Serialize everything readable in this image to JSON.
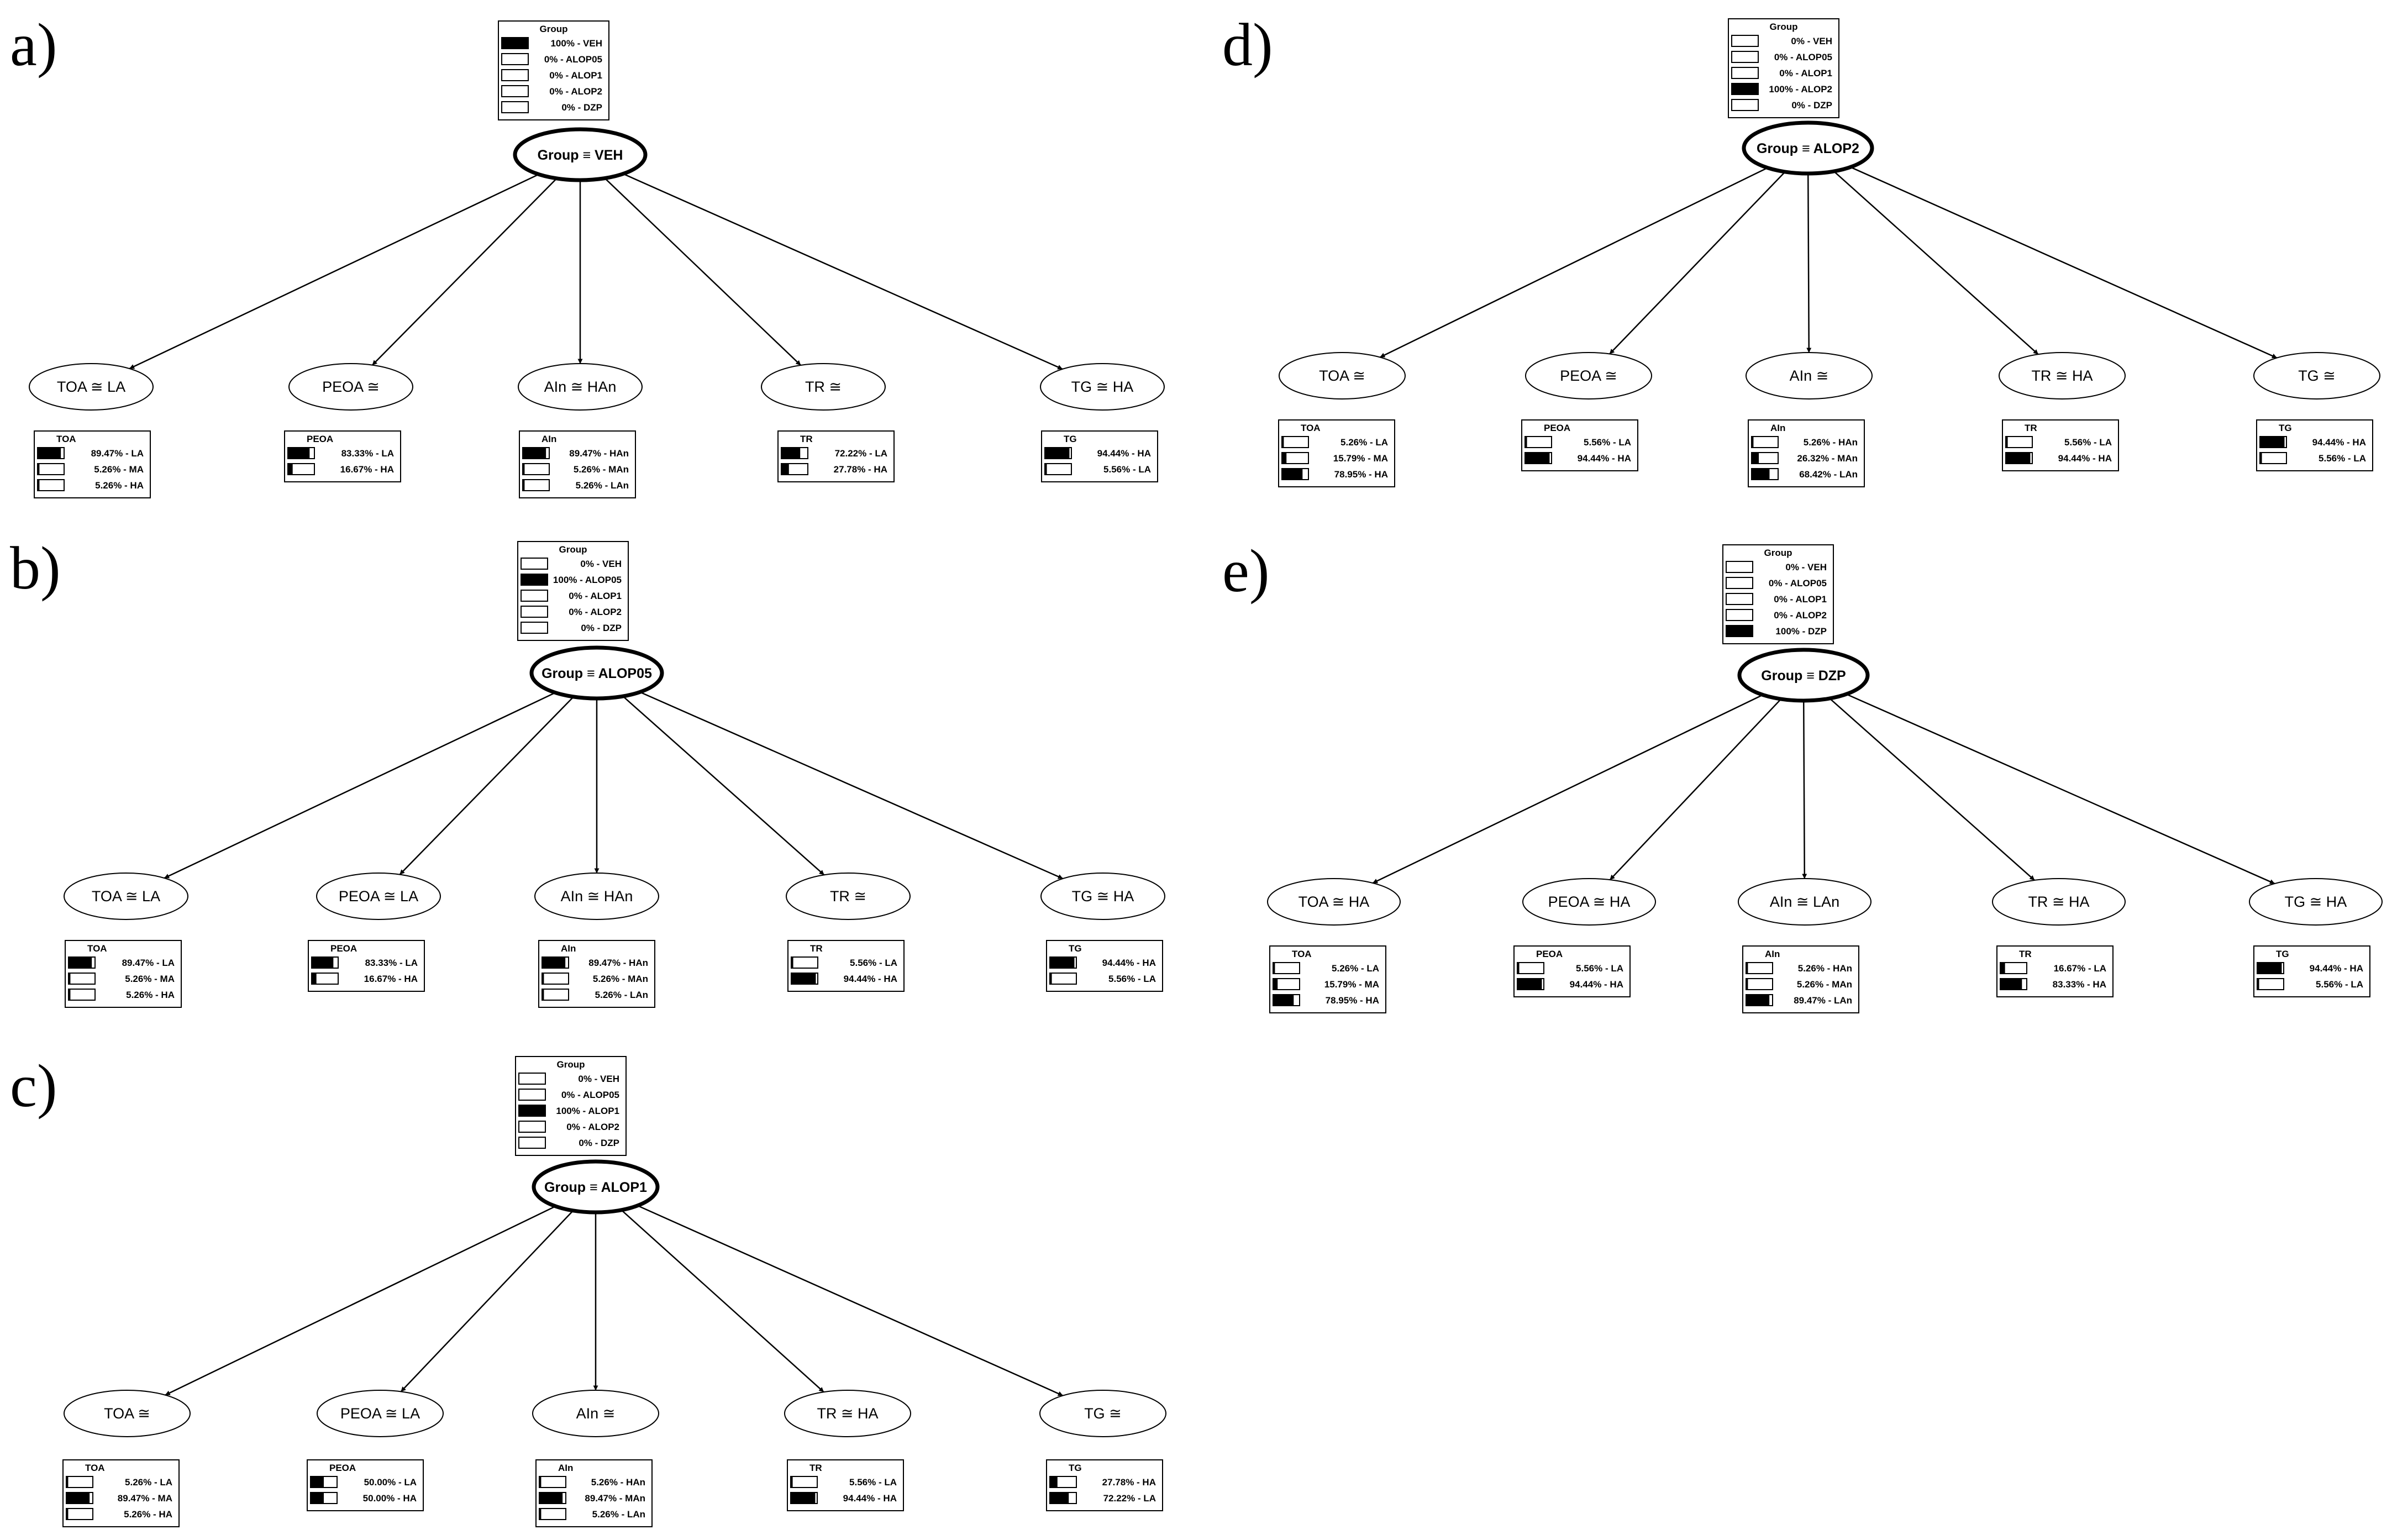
{
  "panels": [
    {
      "label": "a)",
      "root": {
        "text": "Group ≡ VEH",
        "table": {
          "title": "Group",
          "rows": [
            {
              "text": "100% - VEH",
              "value": 100
            },
            {
              "text": "0% - ALOP05",
              "value": 0
            },
            {
              "text": "0% - ALOP1",
              "value": 0
            },
            {
              "text": "0% - ALOP2",
              "value": 0
            },
            {
              "text": "0% - DZP",
              "value": 0
            }
          ]
        }
      },
      "children": [
        {
          "text": "TOA ≅ LA",
          "table": {
            "title": "TOA",
            "rows": [
              {
                "text": "89.47% - LA",
                "value": 89.47
              },
              {
                "text": "5.26% - MA",
                "value": 5.26
              },
              {
                "text": "5.26% - HA",
                "value": 5.26
              }
            ]
          }
        },
        {
          "text": "PEOA ≅",
          "table": {
            "title": "PEOA",
            "rows": [
              {
                "text": "83.33% - LA",
                "value": 83.33
              },
              {
                "text": "16.67% - HA",
                "value": 16.67
              }
            ]
          }
        },
        {
          "text": "AIn ≅ HAn",
          "table": {
            "title": "AIn",
            "rows": [
              {
                "text": "89.47% - HAn",
                "value": 89.47
              },
              {
                "text": "5.26% - MAn",
                "value": 5.26
              },
              {
                "text": "5.26% - LAn",
                "value": 5.26
              }
            ]
          }
        },
        {
          "text": "TR ≅",
          "table": {
            "title": "TR",
            "rows": [
              {
                "text": "72.22% - LA",
                "value": 72.22
              },
              {
                "text": "27.78% - HA",
                "value": 27.78
              }
            ]
          }
        },
        {
          "text": "TG ≅ HA",
          "table": {
            "title": "TG",
            "rows": [
              {
                "text": "94.44% - HA",
                "value": 94.44
              },
              {
                "text": "5.56% - LA",
                "value": 5.56
              }
            ]
          }
        }
      ]
    },
    {
      "label": "b)",
      "root": {
        "text": "Group ≡ ALOP05",
        "table": {
          "title": "Group",
          "rows": [
            {
              "text": "0% - VEH",
              "value": 0
            },
            {
              "text": "100% - ALOP05",
              "value": 100
            },
            {
              "text": "0% - ALOP1",
              "value": 0
            },
            {
              "text": "0% - ALOP2",
              "value": 0
            },
            {
              "text": "0% - DZP",
              "value": 0
            }
          ]
        }
      },
      "children": [
        {
          "text": "TOA ≅ LA",
          "table": {
            "title": "TOA",
            "rows": [
              {
                "text": "89.47% - LA",
                "value": 89.47
              },
              {
                "text": "5.26% - MA",
                "value": 5.26
              },
              {
                "text": "5.26% - HA",
                "value": 5.26
              }
            ]
          }
        },
        {
          "text": "PEOA ≅ LA",
          "table": {
            "title": "PEOA",
            "rows": [
              {
                "text": "83.33% - LA",
                "value": 83.33
              },
              {
                "text": "16.67% - HA",
                "value": 16.67
              }
            ]
          }
        },
        {
          "text": "AIn ≅ HAn",
          "table": {
            "title": "AIn",
            "rows": [
              {
                "text": "89.47% - HAn",
                "value": 89.47
              },
              {
                "text": "5.26% - MAn",
                "value": 5.26
              },
              {
                "text": "5.26% - LAn",
                "value": 5.26
              }
            ]
          }
        },
        {
          "text": "TR ≅",
          "table": {
            "title": "TR",
            "rows": [
              {
                "text": "5.56% - LA",
                "value": 5.56
              },
              {
                "text": "94.44% - HA",
                "value": 94.44
              }
            ]
          }
        },
        {
          "text": "TG ≅ HA",
          "table": {
            "title": "TG",
            "rows": [
              {
                "text": "94.44% - HA",
                "value": 94.44
              },
              {
                "text": "5.56% - LA",
                "value": 5.56
              }
            ]
          }
        }
      ]
    },
    {
      "label": "c)",
      "root": {
        "text": "Group ≡ ALOP1",
        "table": {
          "title": "Group",
          "rows": [
            {
              "text": "0% - VEH",
              "value": 0
            },
            {
              "text": "0% - ALOP05",
              "value": 0
            },
            {
              "text": "100% - ALOP1",
              "value": 100
            },
            {
              "text": "0% - ALOP2",
              "value": 0
            },
            {
              "text": "0% - DZP",
              "value": 0
            }
          ]
        }
      },
      "children": [
        {
          "text": "TOA ≅",
          "table": {
            "title": "TOA",
            "rows": [
              {
                "text": "5.26% - LA",
                "value": 5.26
              },
              {
                "text": "89.47% - MA",
                "value": 89.47
              },
              {
                "text": "5.26% - HA",
                "value": 5.26
              }
            ]
          }
        },
        {
          "text": "PEOA ≅ LA",
          "table": {
            "title": "PEOA",
            "rows": [
              {
                "text": "50.00% - LA",
                "value": 50.0
              },
              {
                "text": "50.00% - HA",
                "value": 50.0
              }
            ]
          }
        },
        {
          "text": "AIn ≅",
          "table": {
            "title": "AIn",
            "rows": [
              {
                "text": "5.26% - HAn",
                "value": 5.26
              },
              {
                "text": "89.47% - MAn",
                "value": 89.47
              },
              {
                "text": "5.26% - LAn",
                "value": 5.26
              }
            ]
          }
        },
        {
          "text": "TR ≅ HA",
          "table": {
            "title": "TR",
            "rows": [
              {
                "text": "5.56% - LA",
                "value": 5.56
              },
              {
                "text": "94.44% - HA",
                "value": 94.44
              }
            ]
          }
        },
        {
          "text": "TG ≅",
          "table": {
            "title": "TG",
            "rows": [
              {
                "text": "27.78% - HA",
                "value": 27.78
              },
              {
                "text": "72.22% - LA",
                "value": 72.22
              }
            ]
          }
        }
      ]
    },
    {
      "label": "d)",
      "root": {
        "text": "Group ≡ ALOP2",
        "table": {
          "title": "Group",
          "rows": [
            {
              "text": "0% - VEH",
              "value": 0
            },
            {
              "text": "0% - ALOP05",
              "value": 0
            },
            {
              "text": "0% - ALOP1",
              "value": 0
            },
            {
              "text": "100% - ALOP2",
              "value": 100
            },
            {
              "text": "0% - DZP",
              "value": 0
            }
          ]
        }
      },
      "children": [
        {
          "text": "TOA ≅",
          "table": {
            "title": "TOA",
            "rows": [
              {
                "text": "5.26% - LA",
                "value": 5.26
              },
              {
                "text": "15.79% - MA",
                "value": 15.79
              },
              {
                "text": "78.95% - HA",
                "value": 78.95
              }
            ]
          }
        },
        {
          "text": "PEOA ≅",
          "table": {
            "title": "PEOA",
            "rows": [
              {
                "text": "5.56% - LA",
                "value": 5.56
              },
              {
                "text": "94.44% - HA",
                "value": 94.44
              }
            ]
          }
        },
        {
          "text": "AIn ≅",
          "table": {
            "title": "AIn",
            "rows": [
              {
                "text": "5.26% - HAn",
                "value": 5.26
              },
              {
                "text": "26.32% - MAn",
                "value": 26.32
              },
              {
                "text": "68.42% - LAn",
                "value": 68.42
              }
            ]
          }
        },
        {
          "text": "TR ≅ HA",
          "table": {
            "title": "TR",
            "rows": [
              {
                "text": "5.56% - LA",
                "value": 5.56
              },
              {
                "text": "94.44% - HA",
                "value": 94.44
              }
            ]
          }
        },
        {
          "text": "TG ≅",
          "table": {
            "title": "TG",
            "rows": [
              {
                "text": "94.44% - HA",
                "value": 94.44
              },
              {
                "text": "5.56% - LA",
                "value": 5.56
              }
            ]
          }
        }
      ]
    },
    {
      "label": "e)",
      "root": {
        "text": "Group ≡ DZP",
        "table": {
          "title": "Group",
          "rows": [
            {
              "text": "0% - VEH",
              "value": 0
            },
            {
              "text": "0% - ALOP05",
              "value": 0
            },
            {
              "text": "0% - ALOP1",
              "value": 0
            },
            {
              "text": "0% - ALOP2",
              "value": 0
            },
            {
              "text": "100% - DZP",
              "value": 100
            }
          ]
        }
      },
      "children": [
        {
          "text": "TOA ≅ HA",
          "table": {
            "title": "TOA",
            "rows": [
              {
                "text": "5.26% - LA",
                "value": 5.26
              },
              {
                "text": "15.79% - MA",
                "value": 15.79
              },
              {
                "text": "78.95% - HA",
                "value": 78.95
              }
            ]
          }
        },
        {
          "text": "PEOA ≅ HA",
          "table": {
            "title": "PEOA",
            "rows": [
              {
                "text": "5.56% - LA",
                "value": 5.56
              },
              {
                "text": "94.44% - HA",
                "value": 94.44
              }
            ]
          }
        },
        {
          "text": "AIn ≅ LAn",
          "table": {
            "title": "AIn",
            "rows": [
              {
                "text": "5.26% - HAn",
                "value": 5.26
              },
              {
                "text": "5.26% - MAn",
                "value": 5.26
              },
              {
                "text": "89.47% - LAn",
                "value": 89.47
              }
            ]
          }
        },
        {
          "text": "TR ≅ HA",
          "table": {
            "title": "TR",
            "rows": [
              {
                "text": "16.67% - LA",
                "value": 16.67
              },
              {
                "text": "83.33% - HA",
                "value": 83.33
              }
            ]
          }
        },
        {
          "text": "TG ≅ HA",
          "table": {
            "title": "TG",
            "rows": [
              {
                "text": "94.44% - HA",
                "value": 94.44
              },
              {
                "text": "5.56% - LA",
                "value": 5.56
              }
            ]
          }
        }
      ]
    }
  ]
}
